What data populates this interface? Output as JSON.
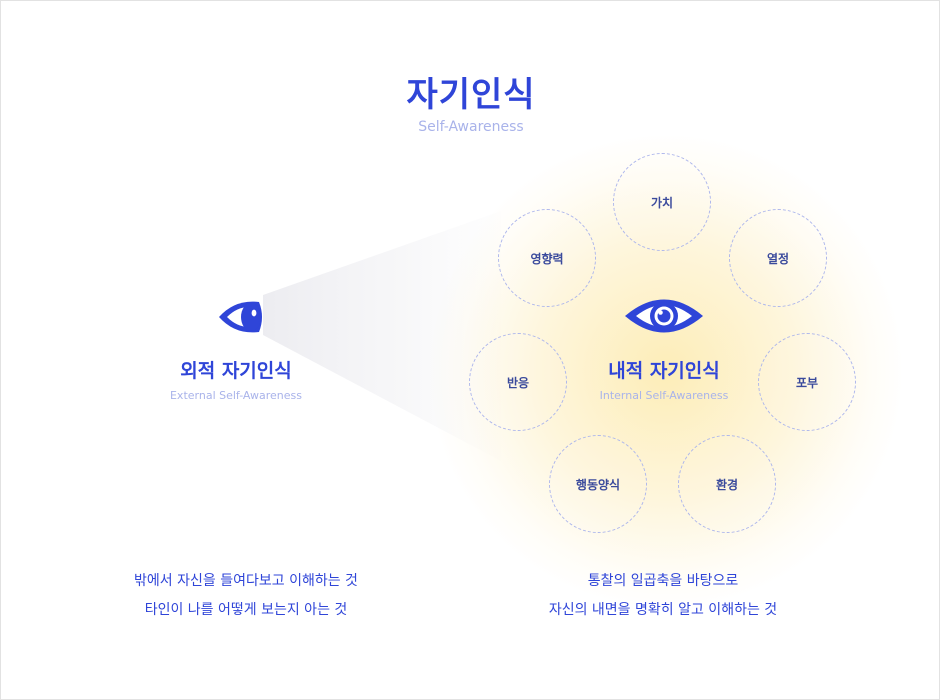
{
  "header": {
    "title": "자기인식",
    "subtitle": "Self-Awareness"
  },
  "external": {
    "title": "외적 자기인식",
    "subtitle": "External Self-Awareness",
    "desc_line1": "밖에서 자신을 들여다보고 이해하는 것",
    "desc_line2": "타인이 나를 어떻게 보는지 아는 것"
  },
  "internal": {
    "title": "내적 자기인식",
    "subtitle": "Internal Self-Awareness",
    "desc_line1": "통찰의 일곱축을 바탕으로",
    "desc_line2": "자신의 내면을 명확히 알고 이해하는 것",
    "axes": [
      "가치",
      "열정",
      "포부",
      "환경",
      "행동양식",
      "반응",
      "영향력"
    ]
  },
  "colors": {
    "accent": "#2f45d8",
    "accent_light": "#a9b3ea",
    "glow": "#fce7a0",
    "circle_border": "#aeb7ec"
  },
  "icons": {
    "external_eye": "eye-icon",
    "internal_eye": "eye-icon"
  }
}
